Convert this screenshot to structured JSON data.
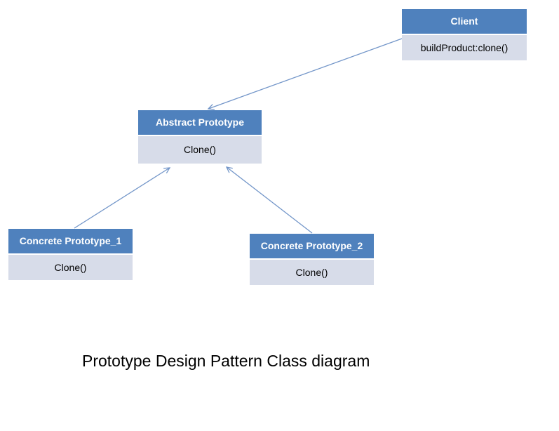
{
  "diagram": {
    "title": "Prototype Design Pattern Class diagram",
    "classes": [
      {
        "name": "Client",
        "member": "buildProduct:clone()"
      },
      {
        "name": "Abstract Prototype",
        "member": "Clone()"
      },
      {
        "name": "Concrete Prototype_1",
        "member": "Clone()"
      },
      {
        "name": "Concrete Prototype_2",
        "member": "Clone()"
      }
    ],
    "relations": [
      {
        "type": "association",
        "from": "Client",
        "to": "Abstract Prototype",
        "arrowhead": "open"
      },
      {
        "type": "generalization",
        "from": "Concrete Prototype_1",
        "to": "Abstract Prototype",
        "arrowhead": "open"
      },
      {
        "type": "generalization",
        "from": "Concrete Prototype_2",
        "to": "Abstract Prototype",
        "arrowhead": "open"
      }
    ],
    "colors": {
      "class_header_fill": "#4F81BD",
      "class_header_text": "#FFFFFF",
      "class_body_fill": "#D7DCE9",
      "class_body_text": "#000000",
      "arrow": "#7396C9",
      "background": "#FFFFFF"
    }
  }
}
